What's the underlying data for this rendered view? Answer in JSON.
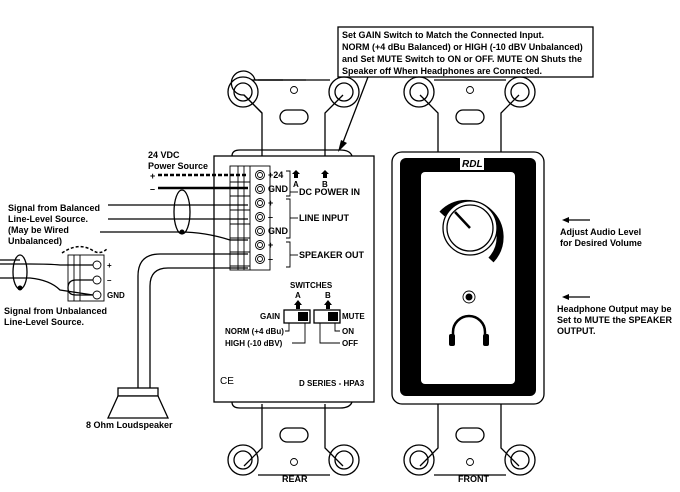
{
  "callout": {
    "lines": [
      "Set GAIN Switch to Match the Connected Input.",
      "NORM (+4 dBu Balanced) or HIGH (-10 dBV Unbalanced)",
      "and Set MUTE Switch to ON or OFF. MUTE ON Shuts the",
      "Speaker off When Headphones are Connected."
    ]
  },
  "power_source": {
    "line1": "24 VDC",
    "line2": "Power Source",
    "plus": "+",
    "minus": "–"
  },
  "balanced_source": {
    "lines": [
      "Signal from Balanced",
      "Line-Level Source.",
      "(May be Wired",
      "Unbalanced)"
    ]
  },
  "unbalanced_source": {
    "lines": [
      "Signal from Unbalanced",
      "Line-Level Source."
    ],
    "terminals": [
      "+",
      "–",
      "GND"
    ]
  },
  "speaker": {
    "label": "8 Ohm Loudspeaker"
  },
  "rear": {
    "terminals": [
      "+24",
      "GND",
      "+",
      "–",
      "GND",
      "+",
      "–"
    ],
    "groups": [
      "DC POWER IN",
      "LINE INPUT",
      "SPEAKER OUT"
    ],
    "switch_arrows": [
      "A",
      "B"
    ],
    "switches": {
      "title": "SWITCHES",
      "a": "A",
      "b": "B",
      "gain": "GAIN",
      "mute": "MUTE",
      "norm": "NORM (+4 dBu)",
      "high": "HIGH (-10 dBV)",
      "on": "ON",
      "off": "OFF"
    },
    "ce": "CE",
    "model": "D SERIES - HPA3",
    "label": "REAR"
  },
  "front": {
    "brand": "RDL",
    "label": "FRONT"
  },
  "notes": {
    "volume": [
      "Adjust Audio Level",
      "for Desired Volume"
    ],
    "headphone": [
      "Headphone Output may be",
      "Set to MUTE the SPEAKER",
      "OUTPUT."
    ]
  }
}
